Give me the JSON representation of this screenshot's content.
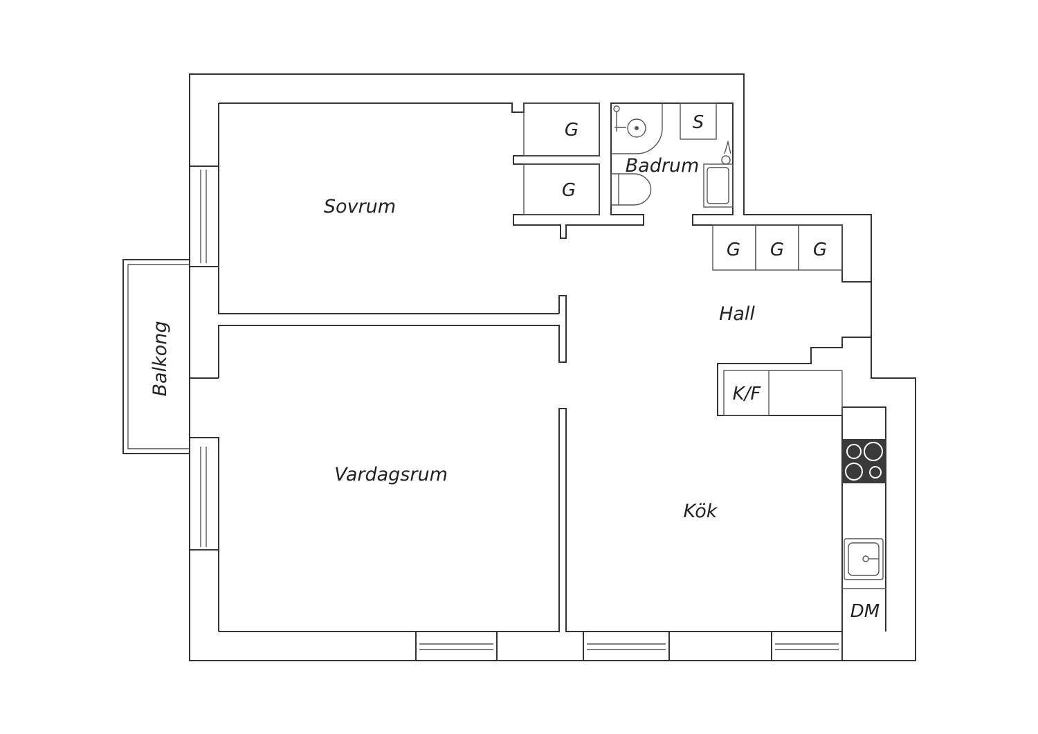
{
  "rooms": {
    "sovrum": "Sovrum",
    "vardagsrum": "Vardagsrum",
    "kok": "Kök",
    "hall": "Hall",
    "badrum": "Badrum",
    "balkong": "Balkong"
  },
  "fixtures": {
    "closet_g": "G",
    "storage_s": "S",
    "fridge_freezer": "K/F",
    "dishwasher": "DM"
  },
  "colors": {
    "line": "#333333",
    "background": "#ffffff",
    "stove": "#3a3a3a"
  }
}
